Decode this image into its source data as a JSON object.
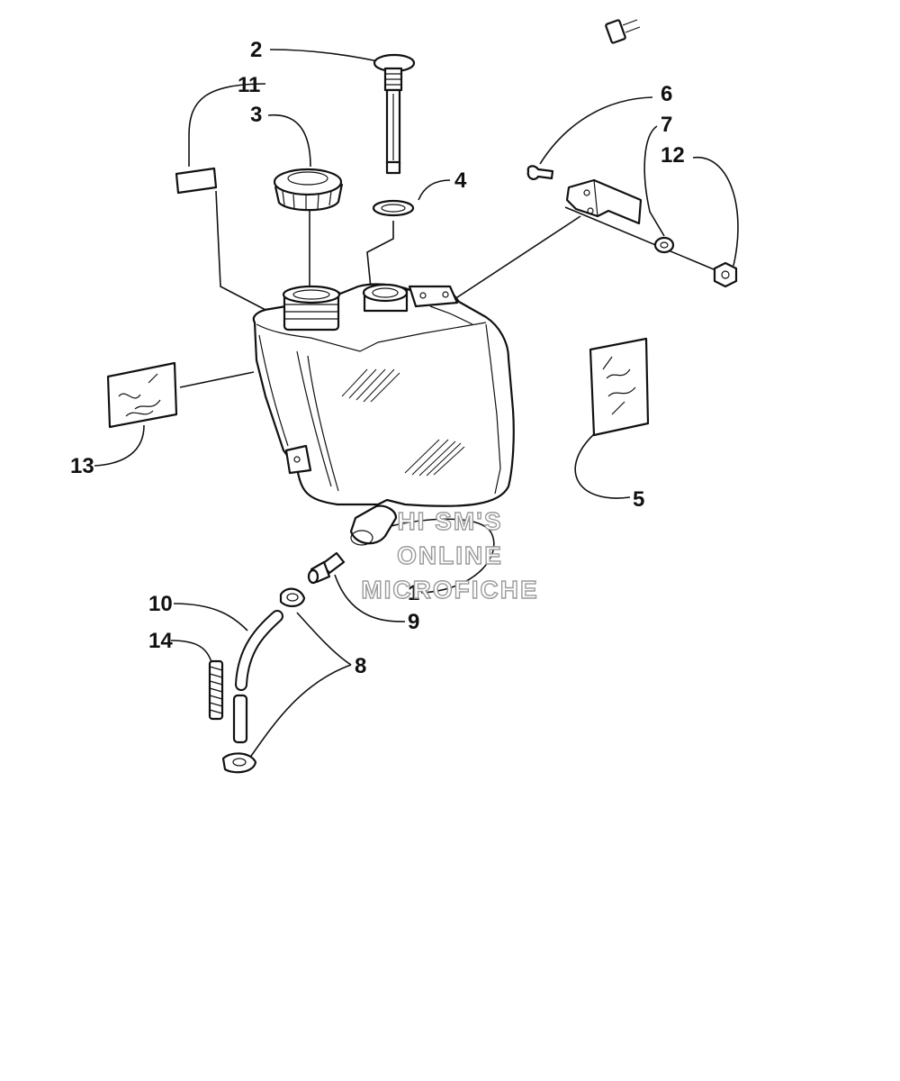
{
  "callouts": {
    "c1": "1",
    "c2": "2",
    "c3": "3",
    "c4": "4",
    "c5": "5",
    "c6": "6",
    "c7": "7",
    "c8": "8",
    "c9": "9",
    "c10": "10",
    "c11": "11",
    "c12": "12",
    "c13": "13",
    "c14": "14"
  },
  "watermark": {
    "line1": "HI SM'S",
    "line2": "ONLINE",
    "line3": "MICROFICHE"
  },
  "colors": {
    "ink": "#111111",
    "background": "#ffffff",
    "watermark_stroke": "#9a9a9a"
  }
}
